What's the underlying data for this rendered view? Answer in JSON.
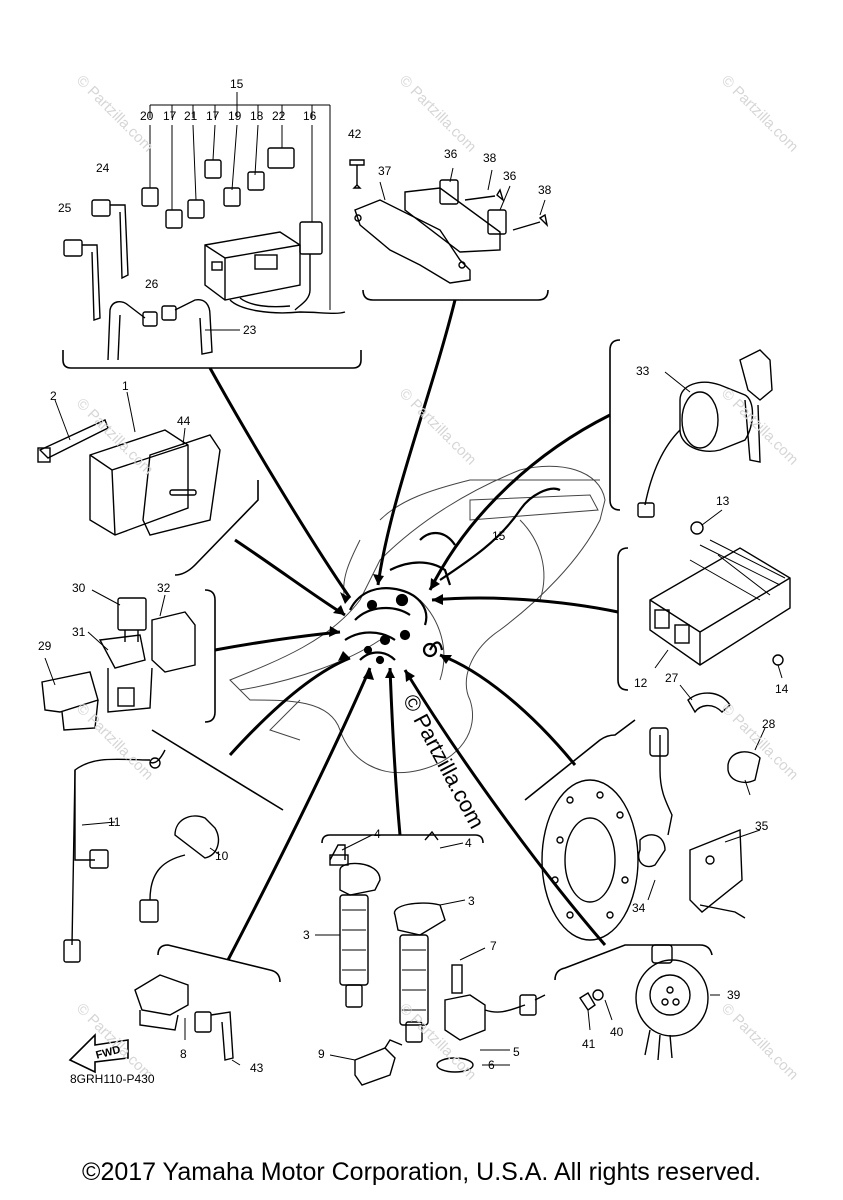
{
  "diagram": {
    "part_code": "8GRH110-P430",
    "fwd_label": "FWD",
    "copyright": "©2017 Yamaha Motor Corporation, U.S.A. All rights reserved.",
    "watermark": "© Partzilla.com",
    "watermark_main": "© Partzilla.com",
    "callouts": {
      "c1": "1",
      "c2": "2",
      "c3a": "3",
      "c3b": "3",
      "c4a": "4",
      "c4b": "4",
      "c5": "5",
      "c6": "6",
      "c7": "7",
      "c8": "8",
      "c9": "9",
      "c10": "10",
      "c11": "11",
      "c12": "12",
      "c13": "13",
      "c14": "14",
      "c15a": "15",
      "c15b": "15",
      "c16": "16",
      "c17a": "17",
      "c17b": "17",
      "c18": "18",
      "c19": "19",
      "c20": "20",
      "c21": "21",
      "c22": "22",
      "c23": "23",
      "c24": "24",
      "c25": "25",
      "c26": "26",
      "c27": "27",
      "c28": "28",
      "c29": "29",
      "c30": "30",
      "c31": "31",
      "c32": "32",
      "c33": "33",
      "c34": "34",
      "c35": "35",
      "c36a": "36",
      "c36b": "36",
      "c37": "37",
      "c38a": "38",
      "c38b": "38",
      "c39": "39",
      "c40": "40",
      "c41": "41",
      "c42": "42",
      "c43": "43",
      "c44": "44"
    }
  }
}
